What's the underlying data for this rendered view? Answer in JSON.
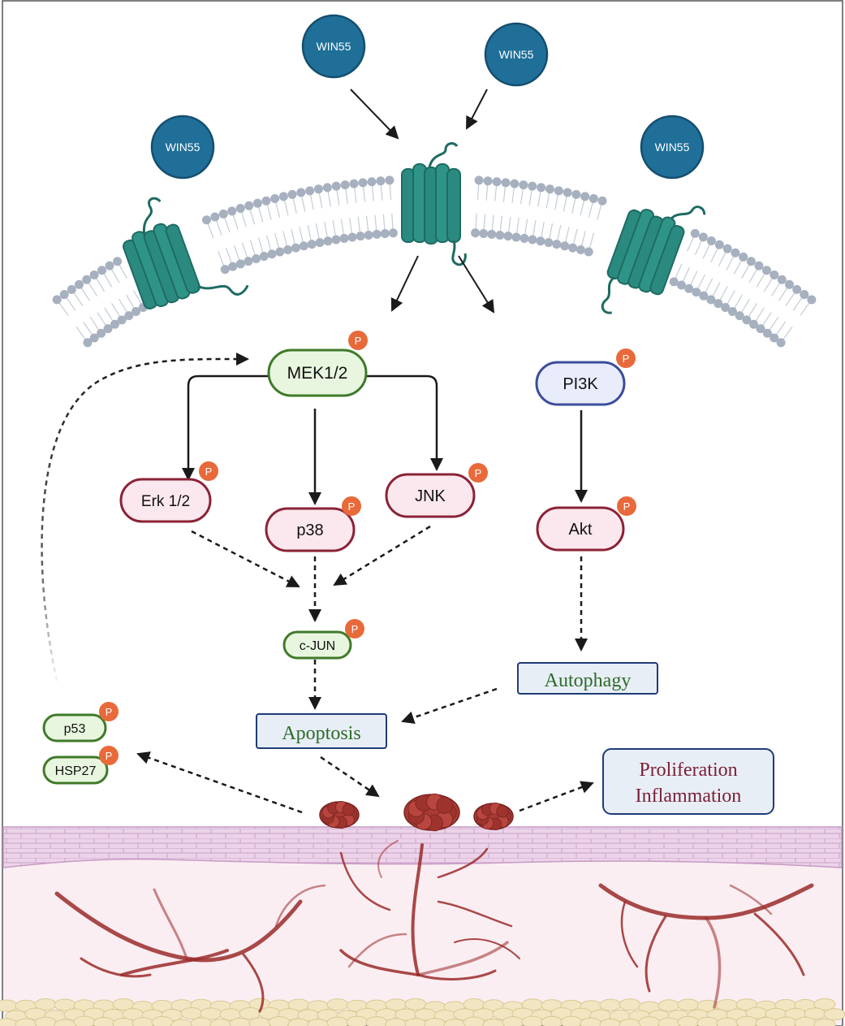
{
  "ligands": [
    {
      "id": "win55-top-left",
      "label": "WIN55"
    },
    {
      "id": "win55-top-right",
      "label": "WIN55"
    },
    {
      "id": "win55-left",
      "label": "WIN55"
    },
    {
      "id": "win55-right",
      "label": "WIN55"
    }
  ],
  "phospho_label": "P",
  "nodes": {
    "mek": "MEK1/2",
    "erk": "Erk 1/2",
    "p38": "p38",
    "jnk": "JNK",
    "cjun": "c-JUN",
    "pi3k": "PI3K",
    "akt": "Akt",
    "p53": "p53",
    "hsp27": "HSP27"
  },
  "outcomes": {
    "apoptosis": "Apoptosis",
    "autophagy": "Autophagy",
    "proliferation": "Proliferation",
    "inflammation": "Inflammation"
  },
  "colors": {
    "ligand": "#1f6f99",
    "ligand_stroke": "#154e6e",
    "receptor": "#2a8a80",
    "receptor_dark": "#1e6b63",
    "lipid_head": "#a7b0bf",
    "green_fill": "#e9f6df",
    "green_stroke": "#3f7a2a",
    "red_fill": "#fbe8ee",
    "red_stroke": "#8b2237",
    "blue_fill": "#e9ecfb",
    "blue_stroke": "#3b4d9c",
    "phospho": "#e8693a",
    "box_fill": "#e8eef6",
    "box_stroke": "#1f3c78",
    "apoptosis_text": "#2e6b2a",
    "outcome_red_text": "#7a1f35",
    "tumor": "#a83a33",
    "vessel": "#9a2a2a",
    "epidermis": "#e9cde8",
    "dermis": "#fbeef2",
    "fat": "#f2e6c2"
  }
}
